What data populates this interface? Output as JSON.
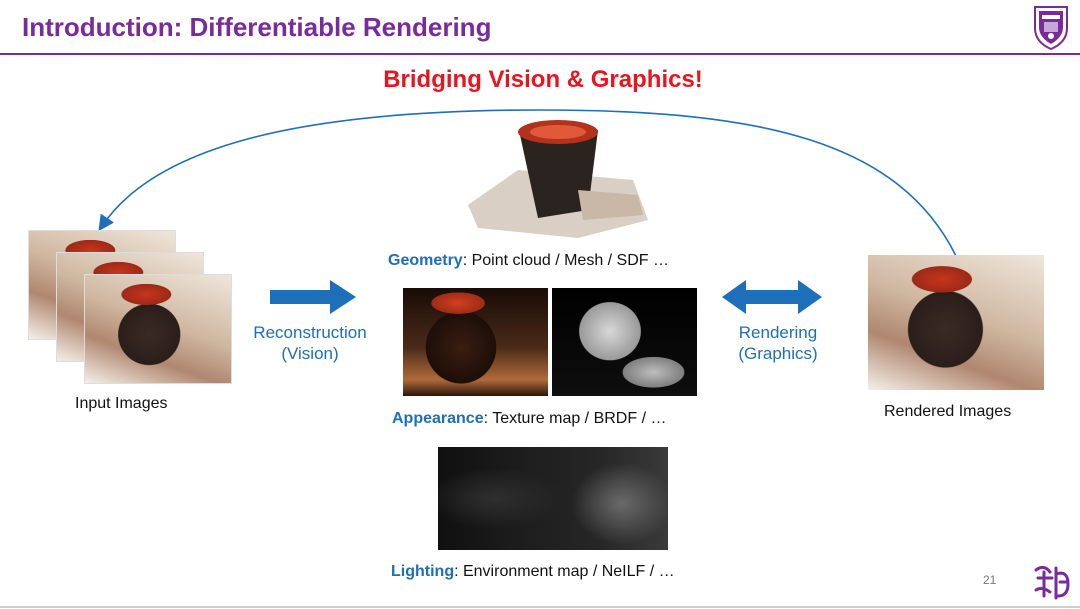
{
  "header": {
    "title": "Introduction: Differentiable Rendering",
    "logo_icon": "university-crest-icon"
  },
  "subtitle": "Bridging Vision & Graphics!",
  "left": {
    "caption": "Input Images"
  },
  "reconstruction": {
    "line1": "Reconstruction",
    "line2": "(Vision)"
  },
  "rendering": {
    "line1": "Rendering",
    "line2": "(Graphics)"
  },
  "right": {
    "caption": "Rendered Images"
  },
  "geometry": {
    "keyword": "Geometry",
    "rest": ": Point cloud / Mesh / SDF …"
  },
  "appearance": {
    "keyword": "Appearance",
    "rest": ": Texture map / BRDF / …"
  },
  "lighting": {
    "keyword": "Lighting",
    "rest": ": Environment map / NeILF / …"
  },
  "footer": {
    "page_number": "21",
    "footer_logo_icon": "calligraphy-logo-icon"
  },
  "colors": {
    "title": "#7a2a9a",
    "subtitle": "#e8141e",
    "accent_blue": "#1d6fba"
  }
}
